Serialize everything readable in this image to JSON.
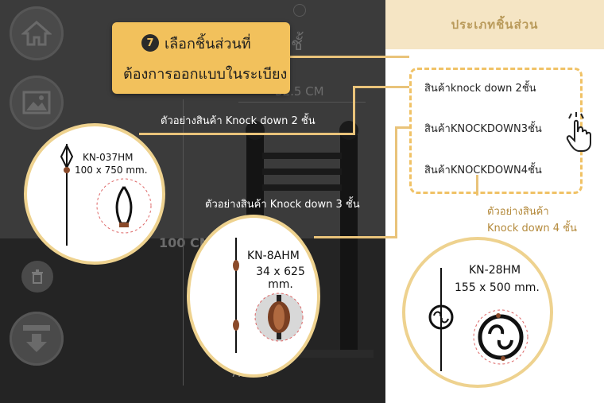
{
  "header": {
    "title": "ประเภทชิ้นส่วน"
  },
  "callout": {
    "step": "7",
    "line1": "เลือกชิ้นส่วนที่",
    "line2": "ต้องการออกแบบในระเบียง"
  },
  "background": {
    "dim_top": "32.5 CM",
    "dim_side": "100 CM",
    "dim_bottom": "7.5 CM",
    "fragment": "3 ชั้"
  },
  "options": [
    {
      "label": "สินค้าknock down 2ชั้น"
    },
    {
      "label": "สินค้าKNOCKDOWN3ชั้น"
    },
    {
      "label": "สินค้าKNOCKDOWN4ชั้น"
    }
  ],
  "examples": {
    "two": {
      "caption": "ตัวอย่างสินค้า Knock down 2 ชั้น",
      "code": "KN-037HM",
      "size": "100 x 750 mm."
    },
    "three": {
      "caption": "ตัวอย่างสินค้า Knock down 3 ชั้น",
      "code": "KN-8AHM",
      "size": "34 x 625 mm."
    },
    "four": {
      "caption_line1": "ตัวอย่างสินค้า",
      "caption_line2": "Knock down 4 ชั้น",
      "code": "KN-28HM",
      "size": "155 x 500 mm."
    }
  },
  "icons": [
    "home-icon",
    "image-icon",
    "trash-icon",
    "download-icon",
    "hand-pointer-icon"
  ],
  "colors": {
    "gold": "#eed28f",
    "callout": "#f2c15c",
    "dark": "#3b3b3b",
    "panel": "#f5e5c4",
    "label": "#b48a3c"
  }
}
